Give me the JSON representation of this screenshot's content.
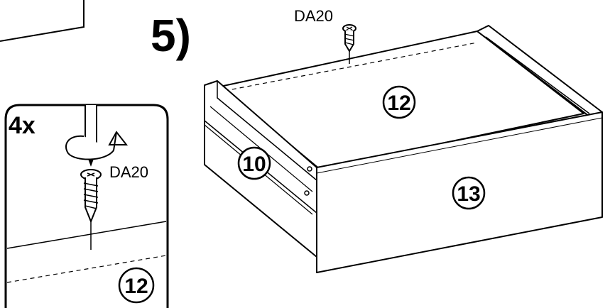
{
  "step": {
    "number": "5)"
  },
  "detail_inset": {
    "quantity": "4x",
    "screw_code": "DA20",
    "part_label": "12"
  },
  "main_view": {
    "screw_code": "DA20",
    "parts": [
      {
        "id": "bottom-panel",
        "label": "12"
      },
      {
        "id": "side-panel",
        "label": "10"
      },
      {
        "id": "front-panel",
        "label": "13"
      }
    ]
  },
  "colors": {
    "line": "#000000",
    "background": "#ffffff"
  }
}
